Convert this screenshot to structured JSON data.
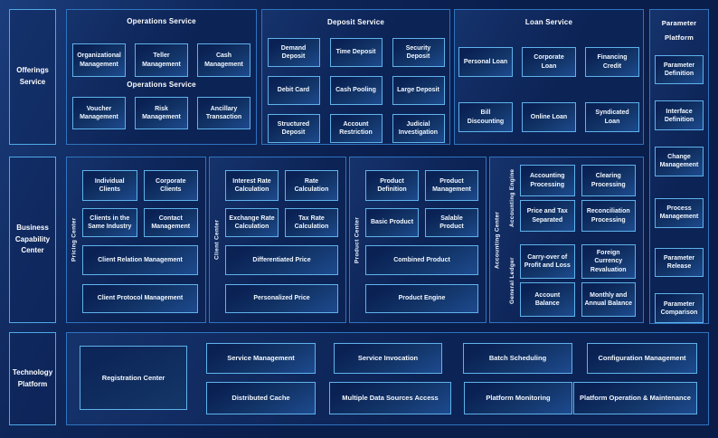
{
  "colors": {
    "background": "#0a1e4c",
    "panel_border": "#2f74c0",
    "box_border": "#5fb2ec",
    "text": "#ffffff"
  },
  "left_rail": {
    "offerings": "Offerings\nService",
    "business": "Business\nCapability\nCenter",
    "technology": "Technology\nPlatform"
  },
  "operations": {
    "title": "Operations Service",
    "subtitle": "Operations Service",
    "row1": [
      "Organizational Management",
      "Teller Management",
      "Cash Management"
    ],
    "row2": [
      "Voucher Management",
      "Risk Management",
      "Ancillary Transaction"
    ]
  },
  "deposit": {
    "title": "Deposit Service",
    "boxes": [
      "Demand Deposit",
      "Time Deposit",
      "Security Deposit",
      "Debit Card",
      "Cash Pooling",
      "Large Deposit",
      "Structured Deposit",
      "Account Restriction",
      "Judicial Investigation"
    ]
  },
  "loan": {
    "title": "Loan Service",
    "row1": [
      "Personal Loan",
      "Corporate Loan",
      "Financing Credit"
    ],
    "row2": [
      "Bill Discounting",
      "Online Loan",
      "Syndicated Loan"
    ]
  },
  "parameter_platform": {
    "title": "Parameter\nPlatform",
    "boxes": [
      "Parameter Definition",
      "Interface Definition",
      "Change Management",
      "Process Management",
      "Parameter Release",
      "Parameter Comparison"
    ]
  },
  "pricing_center": {
    "vertical_label": "Pricing Center",
    "small_boxes": [
      "Individual Clients",
      "Corporate Clients",
      "Clients in the Same Industry",
      "Contact Management"
    ],
    "wide_boxes": [
      "Client Relation Management",
      "Client Protocol Management"
    ]
  },
  "client_center": {
    "vertical_label": "Client Center",
    "small_boxes": [
      "Interest Rate Calculation",
      "Rate Calculation",
      "Exchange Rate Calculation",
      "Tax Rate Calculation"
    ],
    "wide_boxes": [
      "Differentiated Price",
      "Personalized Price"
    ]
  },
  "product_center": {
    "vertical_label": "Product Center",
    "small_boxes": [
      "Product Definition",
      "Product Management",
      "Basic Product",
      "Salable Product"
    ],
    "wide_boxes": [
      "Combined Product",
      "Product Engine"
    ]
  },
  "accounting_center": {
    "vertical_label": "Accounting Center",
    "engine": {
      "vertical_label": "Accounting Engine",
      "boxes": [
        "Accounting Processing",
        "Clearing Processing",
        "Price and Tax Separated",
        "Reconciliation Processing"
      ]
    },
    "ledger": {
      "vertical_label": "General Ledger",
      "boxes": [
        "Carry-over of Profit and Loss",
        "Foreign Currency Revaluation",
        "Account Balance",
        "Monthly and Annual Balance"
      ]
    }
  },
  "technology_platform": {
    "registration": "Registration Center",
    "row1": [
      "Service Management",
      "Service Invocation",
      "Batch Scheduling",
      "Configuration Management"
    ],
    "row2": [
      "Distributed Cache",
      "Multiple Data Sources Access",
      "Platform Monitoring",
      "Platform Operation & Maintenance"
    ]
  }
}
